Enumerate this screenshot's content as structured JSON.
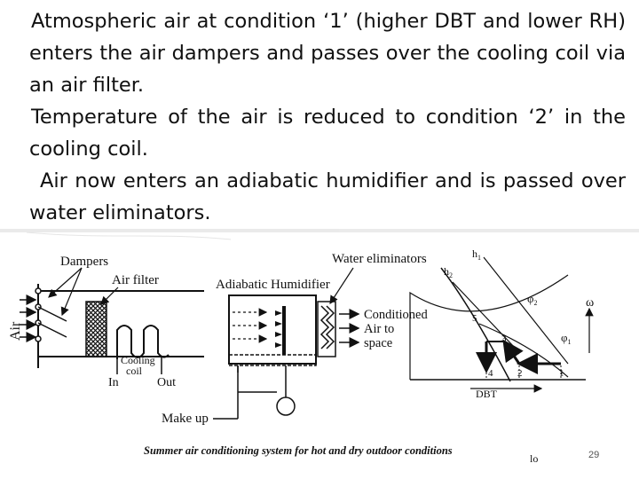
{
  "paragraphs": [
    "Atmospheric air at condition ‘1’ (higher DBT and lower RH) enters the air dampers and passes over the cooling coil via an air filter.",
    "Temperature of the air is reduced to condition ‘2’ in the cooling coil.",
    "Air now enters an adiabatic humidifier and is passed over water eliminators."
  ],
  "figure": {
    "air": "Air",
    "dampers": "Dampers",
    "air_filter": "Air filter",
    "cooling_coil": "Cooling\ncoil",
    "coil_in": "In",
    "coil_out": "Out",
    "adiabatic_humidifier": "Adiabatic Humidifier",
    "water_eliminators": "Water eliminators",
    "conditioned": "Conditioned",
    "air_to": "Air to",
    "space": "space",
    "make_up": "Make up",
    "chart": {
      "h1": "h",
      "h1_sub": "1",
      "h2": "h",
      "h2_sub": "2",
      "phi2": "φ",
      "phi2_sub": "2",
      "phi1": "φ",
      "phi1_sub": "1",
      "omega": "ω",
      "dbt": "DBT",
      "points": [
        "1",
        "2",
        "3",
        "4",
        "5"
      ]
    },
    "caption": "Summer air conditioning system for hot and dry outdoor conditions",
    "caption_suffix": "lo"
  },
  "page_number": "29"
}
